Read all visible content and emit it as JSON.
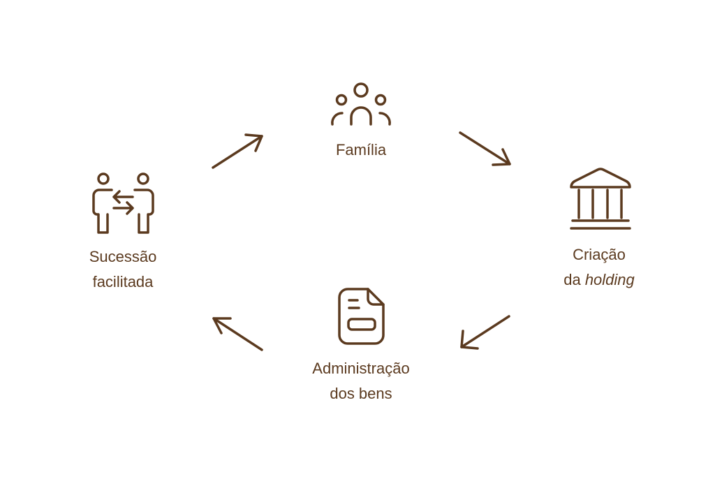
{
  "colors": {
    "primary": "#5b3a1f",
    "background": "#ffffff"
  },
  "nodes": [
    {
      "id": "familia",
      "icon": "family-icon",
      "lines": [
        "Família"
      ]
    },
    {
      "id": "holding",
      "icon": "building-icon",
      "lines": [
        "Criação",
        "da "
      ],
      "italic": "holding"
    },
    {
      "id": "administracao",
      "icon": "document-icon",
      "lines": [
        "Administração",
        "dos bens"
      ]
    },
    {
      "id": "sucessao",
      "icon": "handover-icon",
      "lines": [
        "Sucessão",
        "facilitada"
      ]
    }
  ]
}
